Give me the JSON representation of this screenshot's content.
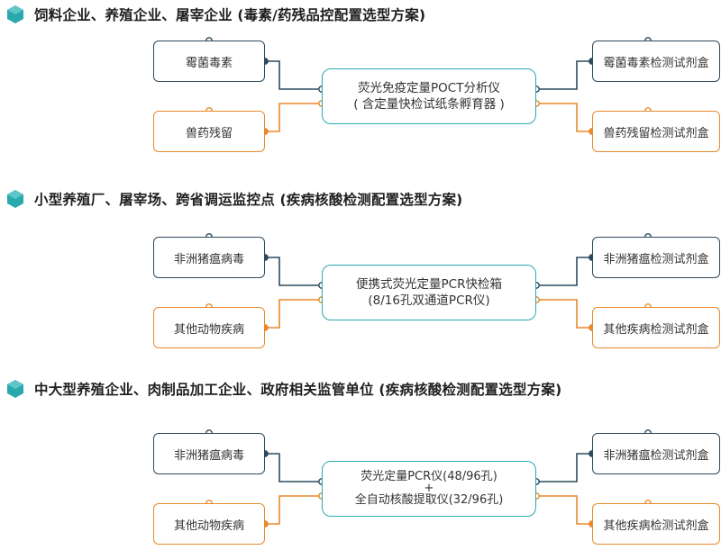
{
  "colors": {
    "dark": "#2d4a5e",
    "orange": "#e8892b",
    "teal": "#2aa9ad",
    "hex": "#2aa9ad"
  },
  "sections": [
    {
      "title": "饲料企业、养殖企业、屠宰企业 (毒素/药残品控配置选型方案)",
      "left_top": "霉菌毒素",
      "left_bottom": "兽药残留",
      "center_line1": "荧光免疫定量POCT分析仪",
      "center_line2": "( 含定量快检试纸条孵育器 )",
      "center_line3": "",
      "right_top": "霉菌毒素检测试剂盒",
      "right_bottom": "兽药残留检测试剂盒"
    },
    {
      "title": "小型养殖厂、屠宰场、跨省调运监控点 (疾病核酸检测配置选型方案)",
      "left_top": "非洲猪瘟病毒",
      "left_bottom": "其他动物疾病",
      "center_line1": "便携式荧光定量PCR快检箱",
      "center_line2": "(8/16孔双通道PCR仪)",
      "center_line3": "",
      "right_top": "非洲猪瘟检测试剂盒",
      "right_bottom": "其他疾病检测试剂盒"
    },
    {
      "title": "中大型养殖企业、肉制品加工企业、政府相关监管单位 (疾病核酸检测配置选型方案)",
      "left_top": "非洲猪瘟病毒",
      "left_bottom": "其他动物疾病",
      "center_line1": "荧光定量PCR仪(48/96孔)",
      "center_line2": "+",
      "center_line3": "全自动核酸提取仪(32/96孔)",
      "right_top": "非洲猪瘟检测试剂盒",
      "right_bottom": "其他疾病检测试剂盒"
    }
  ]
}
